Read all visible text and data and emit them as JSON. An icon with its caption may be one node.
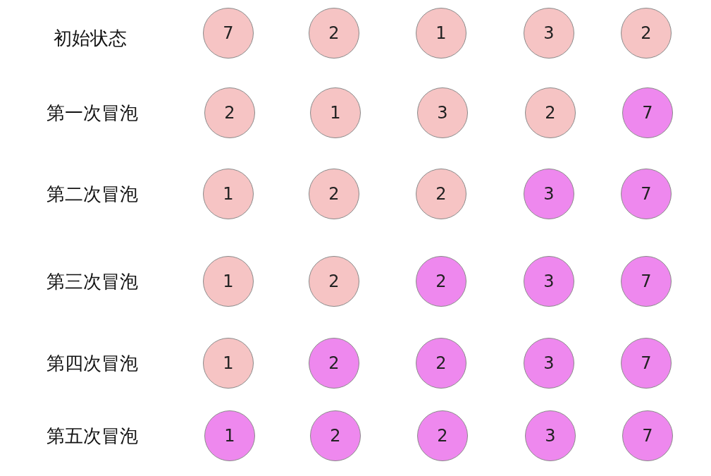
{
  "diagram": {
    "nodes": [
      {
        "text": [
          "7"
        ]
      },
      {
        "text": [
          "2"
        ]
      },
      {
        "text": [
          "1"
        ]
      },
      {
        "text": [
          "3"
        ]
      },
      {
        "text": [
          "2"
        ]
      },
      {
        "text": [
          "2"
        ]
      },
      {
        "text": [
          "1"
        ]
      },
      {
        "text": [
          "3"
        ]
      },
      {
        "text": [
          "2"
        ]
      },
      {
        "text": [
          "7"
        ]
      },
      {
        "text": [
          "1"
        ]
      },
      {
        "text": [
          "2"
        ]
      },
      {
        "text": [
          "2"
        ]
      },
      {
        "text": [
          "3"
        ]
      },
      {
        "text": [
          "7"
        ]
      },
      {
        "text": [
          "1"
        ]
      },
      {
        "text": [
          "2"
        ]
      },
      {
        "text": [
          "2"
        ]
      },
      {
        "text": [
          "3"
        ]
      },
      {
        "text": [
          "7"
        ]
      },
      {
        "text": [
          "1"
        ]
      },
      {
        "text": [
          "2"
        ]
      },
      {
        "text": [
          "2"
        ]
      },
      {
        "text": [
          "3"
        ]
      },
      {
        "text": [
          "7"
        ]
      },
      {
        "text": [
          "1"
        ]
      },
      {
        "text": [
          "2"
        ]
      },
      {
        "text": [
          "2"
        ]
      },
      {
        "text": [
          "3"
        ]
      },
      {
        "text": [
          "7"
        ]
      }
    ],
    "labels": [
      "初始状态",
      "第一次冒泡",
      "第二次冒泡",
      "第三次冒泡",
      "第四次冒泡",
      "第五次冒泡"
    ]
  }
}
